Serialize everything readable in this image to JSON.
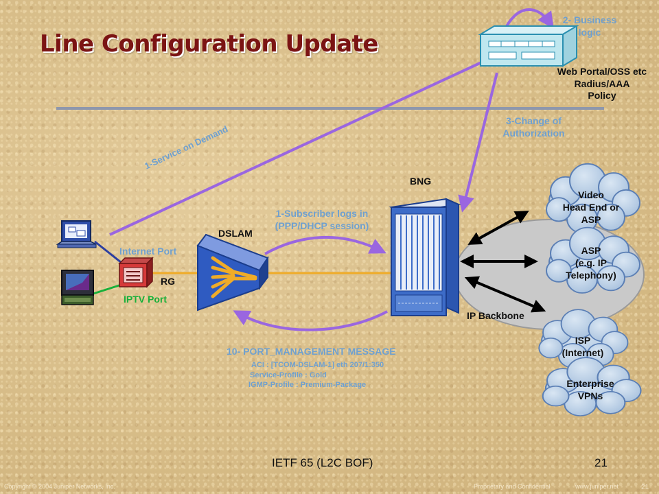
{
  "title": "Line Configuration Update",
  "server": {
    "business_logic": "2- Business\nlogic",
    "systems": "Web Portal/OSS etc\nRadius/AAA\nPolicy"
  },
  "steps": {
    "service_on_demand": "1-Service on Demand",
    "change_of_authorization": "3-Change of\nAuthorization",
    "subscriber_logs_in": "1-Subscriber logs in\n(PPP/DHCP session)",
    "port_mgmt_title": "10- PORT_MANAGEMENT MESSAGE",
    "port_mgmt_aci": "ACI : [TCOM-DSLAM-1] eth 207/1:350",
    "port_mgmt_service_profile": "Service-Profile : Gold",
    "port_mgmt_igmp_profile": "IGMP-Profile : Premium-Package"
  },
  "nodes": {
    "bng": "BNG",
    "dslam": "DSLAM",
    "internet_port": "Internet Port",
    "rg": "RG",
    "iptv_port": "IPTV Port",
    "ip_backbone": "IP Backbone"
  },
  "clouds": {
    "video": "Video\nHead End or\nASP",
    "asp": "ASP\n(e.g. IP\nTelephony)",
    "isp": "ISP\n(Internet)",
    "enterprise": "Enterprise\nVPNs"
  },
  "footer": {
    "event": "IETF 65 (L2C BOF)",
    "page": "21",
    "copyright": "Copyright © 2004 Juniper Networks, Inc.",
    "confidential": "Proprietary and Confidential",
    "website": "www.juniper.net",
    "small_page": "21"
  },
  "colors": {
    "title": "#7b1414",
    "arrow_purple": "#9a66e0",
    "label_blue": "#6fa0cf",
    "label_green": "#19b03a",
    "line_orange": "#f0ac28",
    "cloud_fill": "#b9cfe6"
  }
}
